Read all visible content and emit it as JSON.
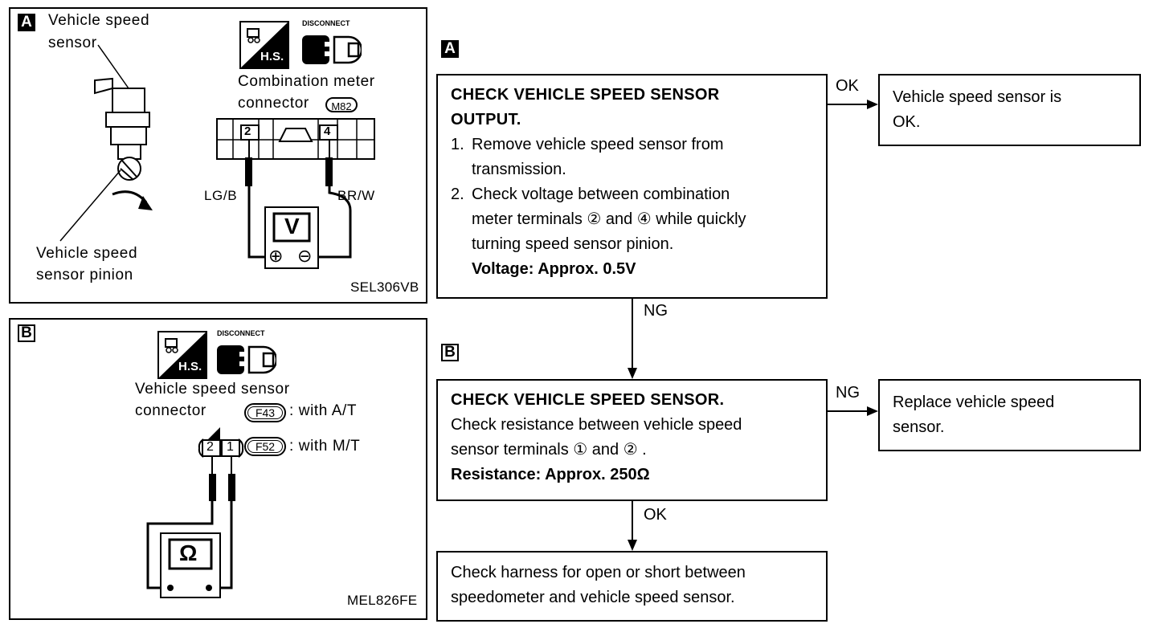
{
  "panel_a": {
    "tag": "A",
    "sensor_label": [
      "Vehicle speed",
      "sensor"
    ],
    "pinion_label": [
      "Vehicle speed",
      "sensor pinion"
    ],
    "disconnect_label": "DISCONNECT",
    "hs_label": "H.S.",
    "connector_label": [
      "Combination meter",
      "connector"
    ],
    "connector_code": "M82",
    "terminal_left": "2",
    "terminal_right": "4",
    "wire_left": "LG/B",
    "wire_right": "BR/W",
    "meter": "V",
    "plus": "⊕",
    "minus": "⊖",
    "figure_code": "SEL306VB"
  },
  "panel_b": {
    "tag": "B",
    "disconnect_label": "DISCONNECT",
    "hs_label": "H.S.",
    "connector_label": [
      "Vehicle speed sensor",
      "connector"
    ],
    "code_at": "F43",
    "code_at_suffix": ": with A/T",
    "code_mt": "F52",
    "code_mt_suffix": ": with M/T",
    "terminal_left": "2",
    "terminal_right": "1",
    "meter": "Ω",
    "figure_code": "MEL826FE"
  },
  "flow": {
    "step_a_tag": "A",
    "step_b_tag": "B",
    "step_a": {
      "title": [
        "CHECK VEHICLE SPEED SENSOR",
        "OUTPUT."
      ],
      "item1": [
        "1.",
        "Remove vehicle speed sensor from",
        "transmission."
      ],
      "item2": [
        "2.",
        "Check voltage between combination",
        "meter terminals ② and ④ while quickly",
        "turning speed sensor pinion."
      ],
      "spec": "Voltage: Approx. 0.5V"
    },
    "ok_a": "OK",
    "ok_a_result": [
      "Vehicle speed sensor is",
      "OK."
    ],
    "ng_a": "NG",
    "step_b": {
      "title": "CHECK VEHICLE SPEED SENSOR.",
      "lines": [
        "Check resistance between vehicle speed",
        "sensor terminals ① and ② ."
      ],
      "spec": "Resistance: Approx. 250Ω"
    },
    "ng_b": "NG",
    "ng_b_result": [
      "Replace vehicle speed",
      "sensor."
    ],
    "ok_b": "OK",
    "final": [
      "Check harness for open or short between",
      "speedometer and vehicle speed sensor."
    ]
  }
}
